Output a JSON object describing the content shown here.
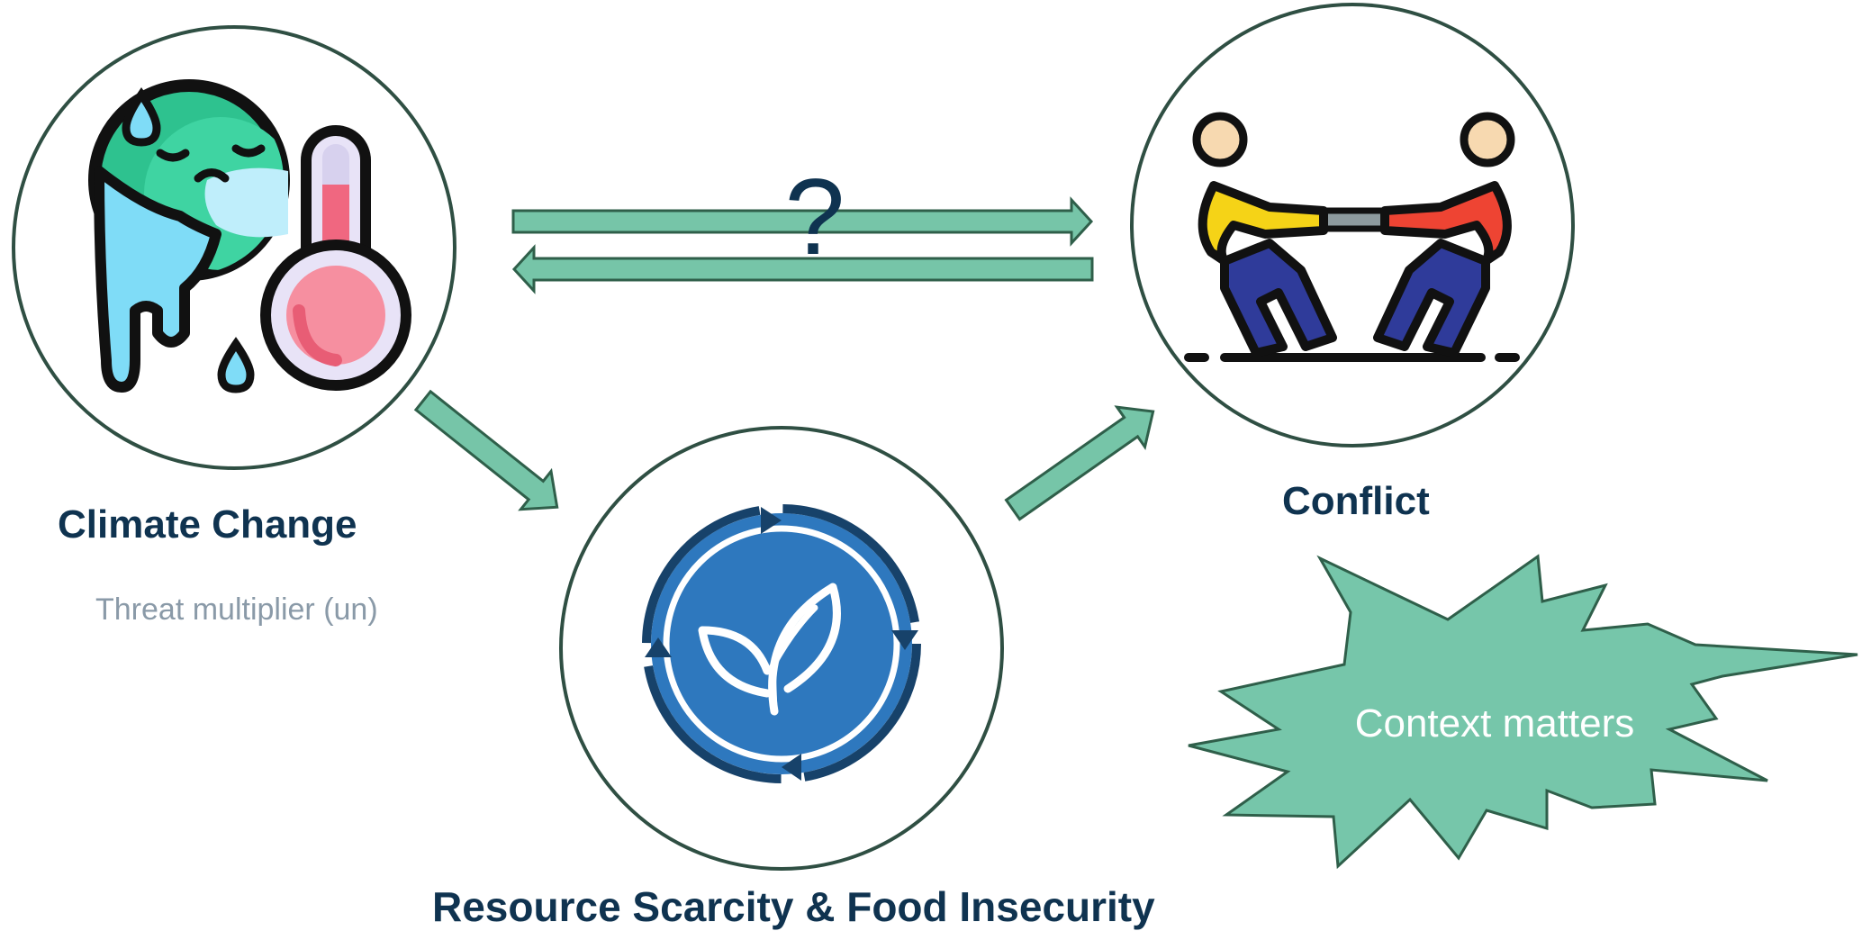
{
  "nodes": {
    "climate": {
      "label": "Climate Change",
      "note": "Threat multiplier (un)"
    },
    "conflict": {
      "label": "Conflict"
    },
    "resource": {
      "label": "Resource Scarcity & Food Insecurity"
    }
  },
  "question_mark": "?",
  "callout": {
    "text": "Context matters"
  },
  "colors": {
    "arrow_fill": "#76c5a8",
    "arrow_stroke": "#2f5f4a",
    "circle_stroke": "#2f4f43",
    "label_text": "#0f3350",
    "note_text": "#8a9aa8",
    "starburst_fill": "#76c6aa",
    "starburst_stroke": "#2f5f4a",
    "resource_icon_blue": "#2e78be",
    "resource_icon_dark": "#17426a"
  },
  "icons": {
    "climate": "globe-thermometer-icon",
    "conflict": "tug-of-war-icon",
    "resource": "leaf-cycle-icon"
  }
}
